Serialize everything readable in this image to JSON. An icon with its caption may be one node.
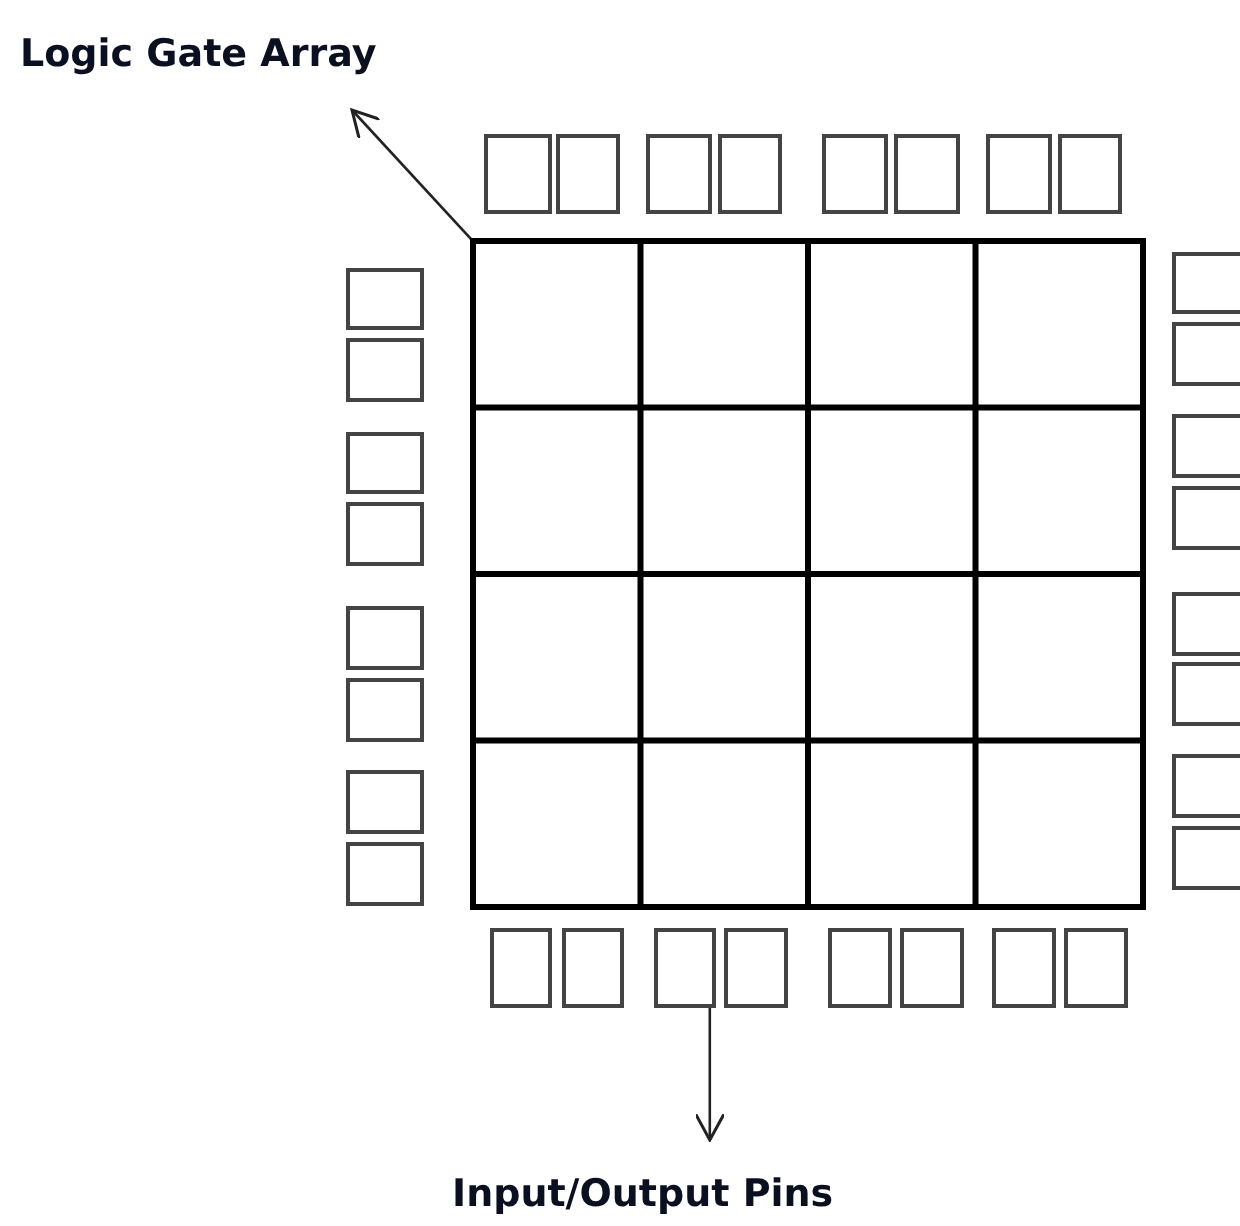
{
  "diagram": {
    "nodes": [
      {
        "text": [
          "Logic Gate Array"
        ]
      },
      {
        "text": [],
        "shape": "box"
      },
      {
        "text": [],
        "shape": "box"
      },
      {
        "text": [
          "Input/Output Pins"
        ]
      }
    ],
    "edges": [
      {
        "from": 1,
        "to": 0,
        "arrow": "to"
      },
      {
        "from": 2,
        "to": 3,
        "arrow": "to"
      }
    ]
  }
}
